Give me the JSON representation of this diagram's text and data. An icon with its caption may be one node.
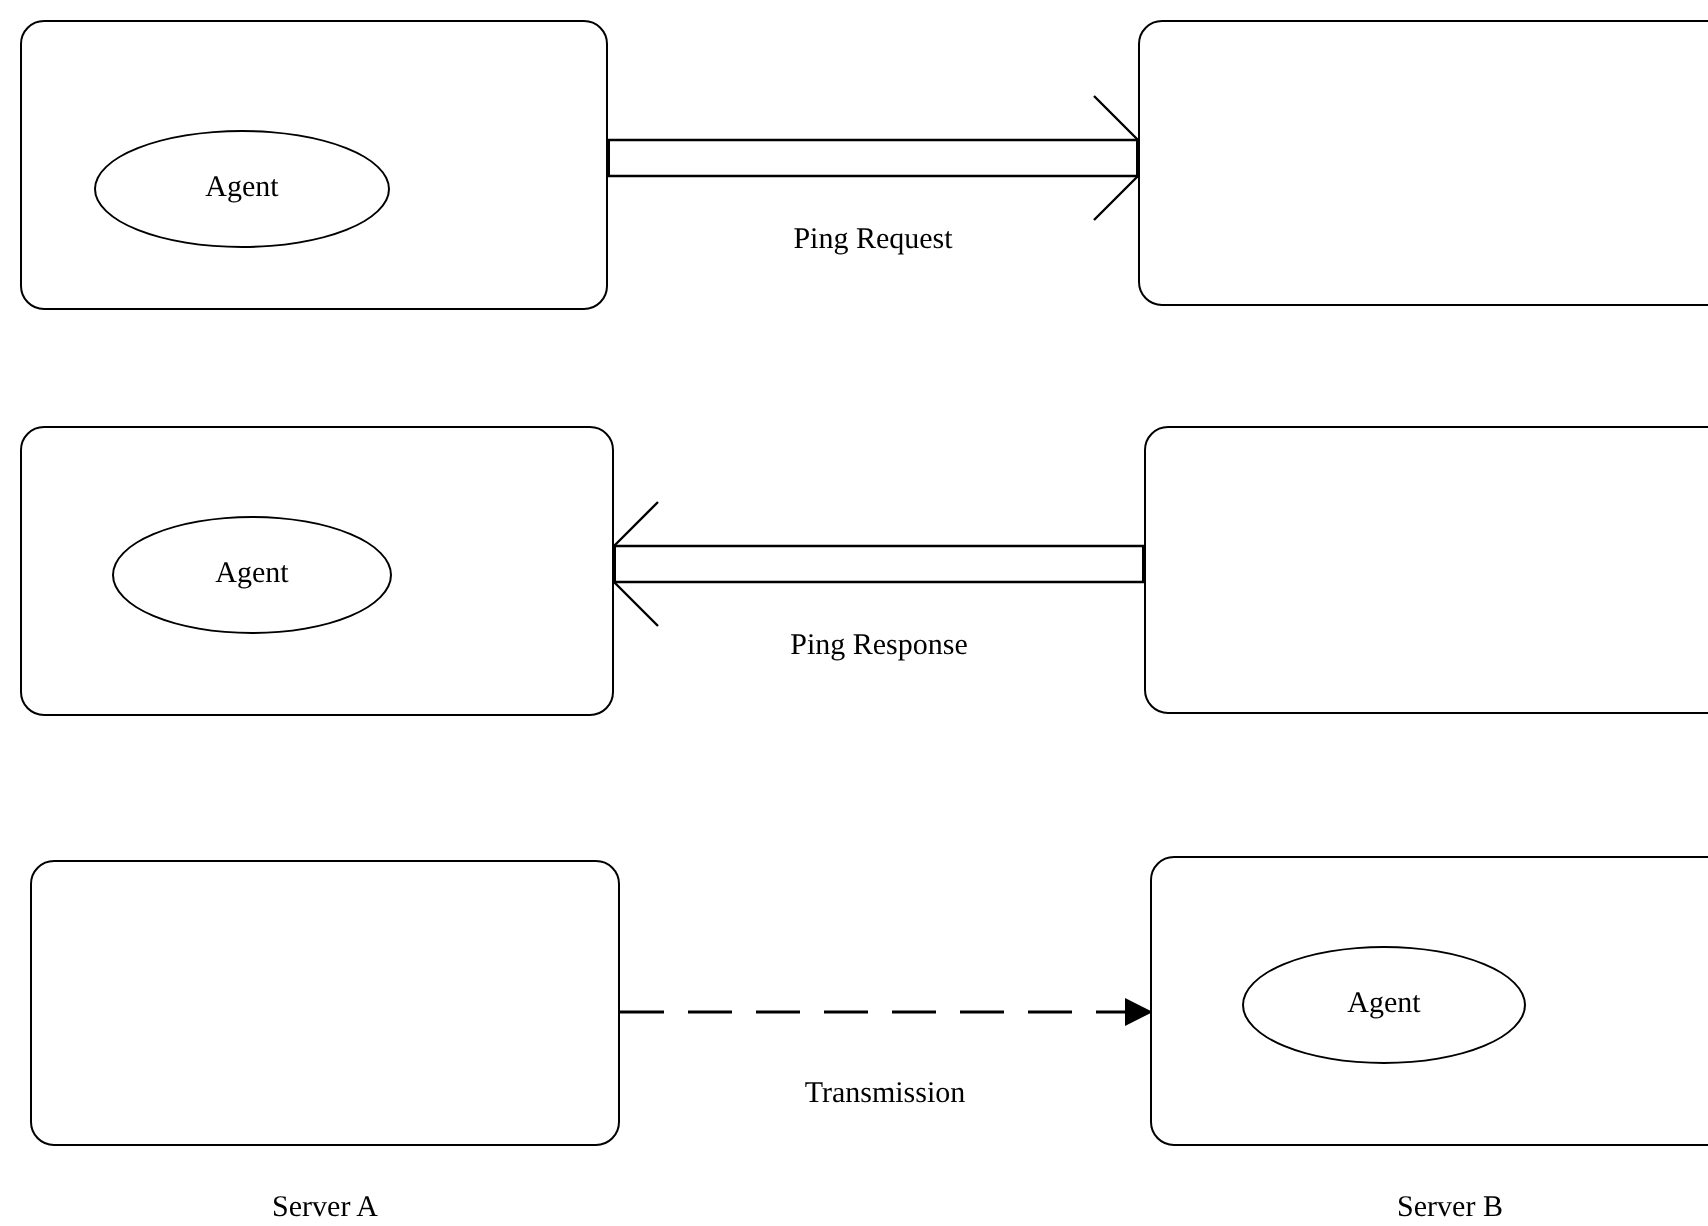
{
  "diagram": {
    "nodes": [
      {
        "text": [],
        "shape": "box"
      },
      {
        "text": [
          "Agent"
        ],
        "in": 0
      },
      {
        "text": [],
        "shape": "box"
      },
      {
        "text": [],
        "shape": "box"
      },
      {
        "text": [
          "Agent"
        ],
        "in": 3
      },
      {
        "text": [],
        "shape": "box"
      },
      {
        "text": [],
        "shape": "box",
        "beside": [
          "Server A"
        ]
      },
      {
        "text": [],
        "shape": "box",
        "beside": [
          "Server B"
        ]
      },
      {
        "text": [
          "Agent"
        ],
        "in": 7
      }
    ],
    "edges": [
      {
        "from": 0,
        "to": 2,
        "arrow": "to",
        "label": "Ping Request"
      },
      {
        "from": 5,
        "to": 3,
        "arrow": "to",
        "label": "Ping Response"
      },
      {
        "from": 6,
        "to": 7,
        "arrow": "to",
        "label": "Transmission",
        "style": "dashed"
      }
    ]
  }
}
